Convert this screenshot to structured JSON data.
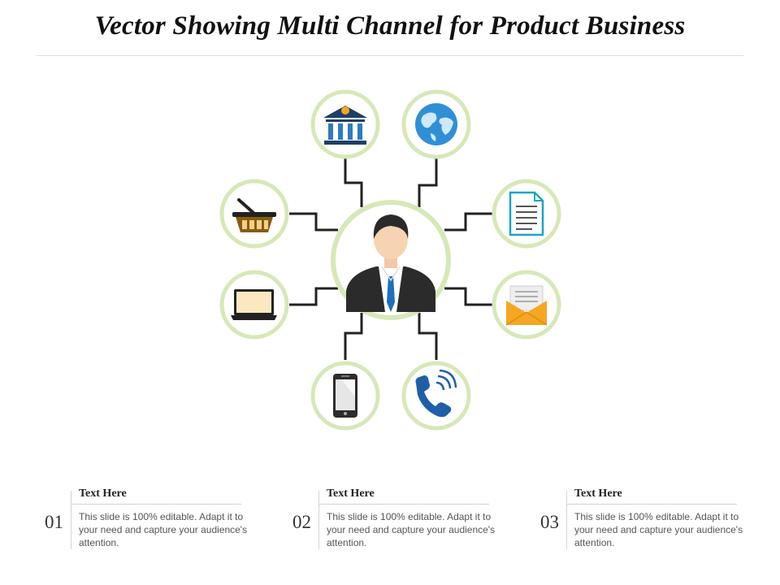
{
  "title": "Vector Showing Multi Channel for Product Business",
  "hub": {
    "icon": "businessman-icon"
  },
  "channels": [
    {
      "id": "bank",
      "icon": "bank-icon"
    },
    {
      "id": "globe",
      "icon": "globe-icon"
    },
    {
      "id": "document",
      "icon": "document-icon"
    },
    {
      "id": "email",
      "icon": "email-envelope-icon"
    },
    {
      "id": "phone",
      "icon": "phone-call-icon"
    },
    {
      "id": "mobile",
      "icon": "smartphone-icon"
    },
    {
      "id": "laptop",
      "icon": "laptop-icon"
    },
    {
      "id": "basket",
      "icon": "shopping-basket-icon"
    }
  ],
  "items": [
    {
      "number": "01",
      "heading": "Text Here",
      "text": "This slide is 100% editable. Adapt it to your need and capture your audience's attention."
    },
    {
      "number": "02",
      "heading": "Text Here",
      "text": "This slide is 100% editable. Adapt it to your need and capture your audience's attention."
    },
    {
      "number": "03",
      "heading": "Text Here",
      "text": "This slide is 100% editable. Adapt it to your need and capture your audience's attention."
    }
  ],
  "colors": {
    "ring": "#d7e8b8",
    "connector": "#222222",
    "bank": "#1f3f66",
    "globe": "#2f8fd6",
    "document": "#1aa6c8",
    "envelope": "#f5a623",
    "phone": "#1f5fa8",
    "basket": "#8b5a12",
    "tie": "#1f6fbf"
  }
}
